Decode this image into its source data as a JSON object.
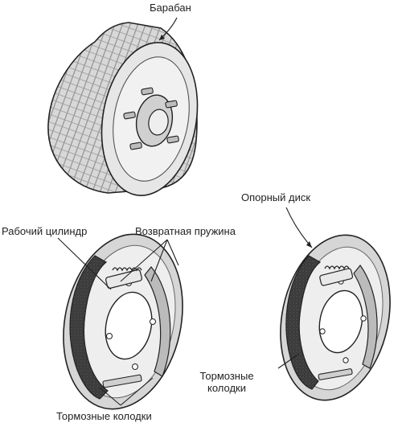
{
  "labels": {
    "drum": "Барабан",
    "wheel_cylinder": "Рабочий цилиндр",
    "return_spring": "Возвратная пружина",
    "backing_plate": "Опорный диск",
    "brake_shoes_right_line1": "Тормозные",
    "brake_shoes_right_line2": "колодки",
    "brake_shoes_bottom": "Тормозные колодки"
  },
  "colors": {
    "ink": "#222222",
    "shoe_lining": "#3a3a3a",
    "metal_light": "#d6d6d6",
    "metal_mid": "#a9a9a9",
    "paper": "#ffffff"
  }
}
